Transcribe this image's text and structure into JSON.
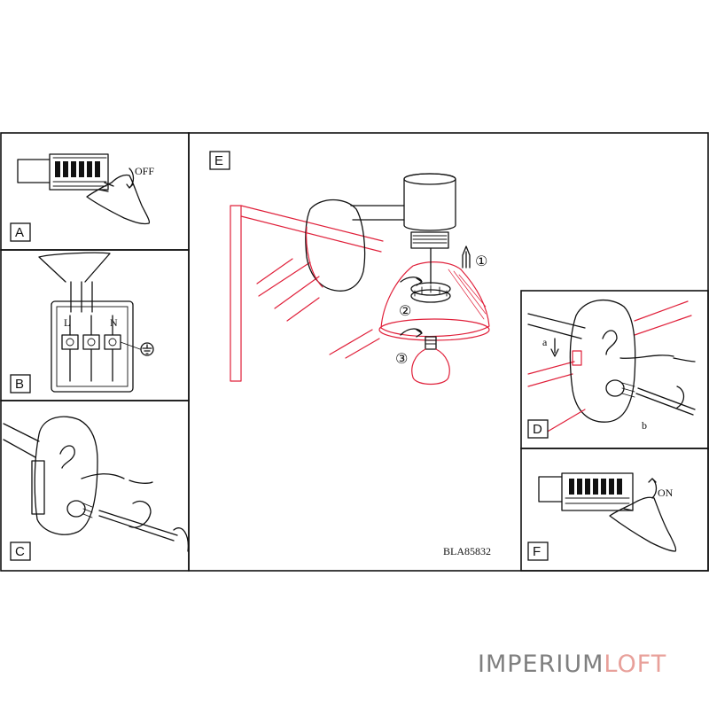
{
  "panels": [
    {
      "id": "A",
      "label": "A",
      "note": "OFF"
    },
    {
      "id": "B",
      "label": "B",
      "terminals": [
        "L",
        "N"
      ]
    },
    {
      "id": "C",
      "label": "C"
    },
    {
      "id": "E",
      "label": "E",
      "steps": [
        "①",
        "②",
        "③"
      ],
      "model_code": "BLA85832"
    },
    {
      "id": "D",
      "label": "D",
      "callouts": [
        "a",
        "b"
      ]
    },
    {
      "id": "F",
      "label": "F",
      "note": "ON"
    }
  ],
  "watermark": {
    "part1": "IMPERIUM",
    "part2": "LOFT"
  },
  "colors": {
    "accent_red": "#e0203a",
    "watermark_grey": "#7f7f7f",
    "watermark_pink": "#e8a09a"
  },
  "icons": [
    "ground-symbol-icon",
    "arrow-up-icon",
    "arrow-down-icon",
    "rotate-arrow-icon"
  ]
}
